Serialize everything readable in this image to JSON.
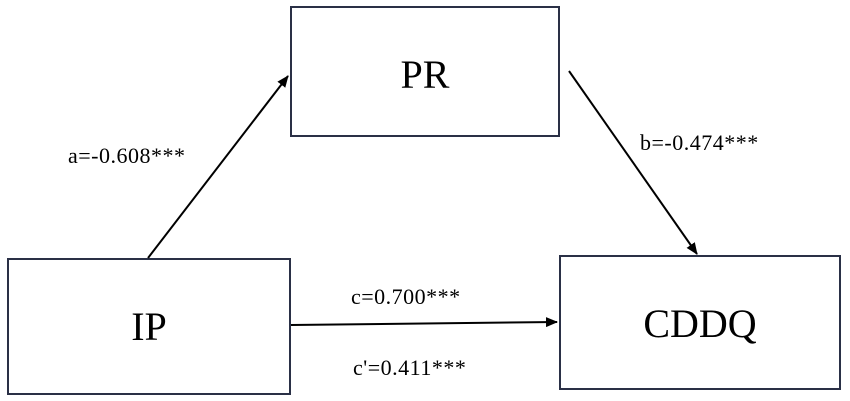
{
  "nodes": {
    "pr": {
      "label": "PR"
    },
    "ip": {
      "label": "IP"
    },
    "cddq": {
      "label": "CDDQ"
    }
  },
  "edges": {
    "a": {
      "label": "a=-0.608***"
    },
    "b": {
      "label": "b=-0.474***"
    },
    "c": {
      "label": "c=0.700***"
    },
    "c_prime": {
      "label": "c'=0.411***"
    }
  },
  "colors": {
    "box_border": "#2a3046",
    "arrow": "#000000"
  }
}
